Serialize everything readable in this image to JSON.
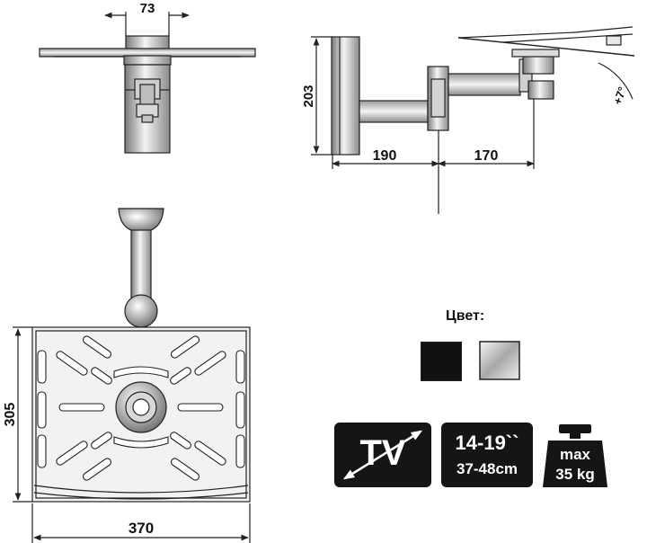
{
  "dimensions": {
    "top_width": "73",
    "arm_height": "203",
    "arm_segment_1": "190",
    "arm_segment_2": "170",
    "plate_height": "305",
    "plate_width": "370",
    "tilt": "+7°"
  },
  "color_section": {
    "label": "Цвет:",
    "swatches": [
      {
        "name": "black",
        "color": "#111111"
      },
      {
        "name": "silver",
        "color": "#c8c8c8"
      }
    ]
  },
  "badges": {
    "tv": {
      "label": "TV"
    },
    "size": {
      "inches": "14-19``",
      "cm": "37-48cm"
    },
    "weight": {
      "line1": "max",
      "line2": "35 kg"
    }
  },
  "colors": {
    "line": "#222222",
    "badge_bg": "#151515",
    "metal_light": "#e6e6e6",
    "metal_dark": "#8a8a8a"
  }
}
